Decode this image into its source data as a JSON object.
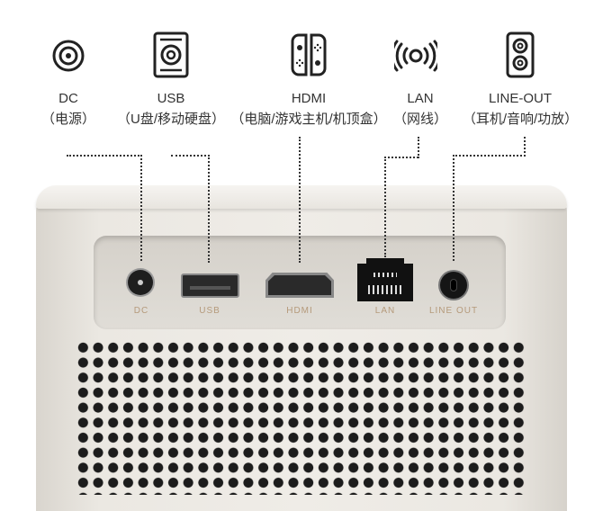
{
  "ports": [
    {
      "name": "DC",
      "desc": "（电源）",
      "panel_label": "DC",
      "icon": "dc-power-icon"
    },
    {
      "name": "USB",
      "desc": "（U盘/移动硬盘）",
      "panel_label": "USB",
      "icon": "usb-drive-icon"
    },
    {
      "name": "HDMI",
      "desc": "（电脑/游戏主机/机顶盒）",
      "panel_label": "HDMI",
      "icon": "game-controller-icon"
    },
    {
      "name": "LAN",
      "desc": "（网线）",
      "panel_label": "LAN",
      "icon": "network-signal-icon"
    },
    {
      "name": "LINE-OUT",
      "desc": "（耳机/音响/功放）",
      "panel_label": "LINE OUT",
      "icon": "speaker-icon"
    }
  ],
  "colors": {
    "panel_label": "#b59a7b",
    "body": "#ebe8e2",
    "grille": "#1c1c1c"
  }
}
